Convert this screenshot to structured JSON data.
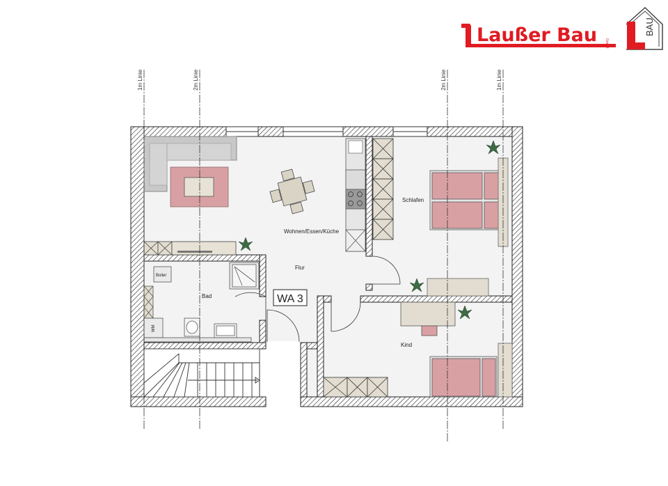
{
  "logo": {
    "company": "Laußer Bau",
    "suffix": "GmbH",
    "mark_letter": "L",
    "mark_text": "BAU",
    "brand_color": "#e01b22"
  },
  "plan": {
    "unit_label": "WA 3",
    "rooms": {
      "living": "Wohnen/Essen/Küche",
      "bedroom": "Schlafen",
      "bath": "Bad",
      "hall": "Flur",
      "child": "Kind"
    },
    "fixtures": {
      "boiler": "Boiler",
      "washer": "WM"
    },
    "height_lines": {
      "left_1m": "1m Linie",
      "left_2m": "2m Linie",
      "right_2m": "2m Linie",
      "right_1m": "1m Linie"
    },
    "colors": {
      "floor": "#f3f3f3",
      "wall_hatch": "#222222",
      "bed": "#d9a0a3",
      "furniture": "#e2ddd0",
      "sofa": "#c8c8c8",
      "plant": "#3c6b45"
    }
  }
}
